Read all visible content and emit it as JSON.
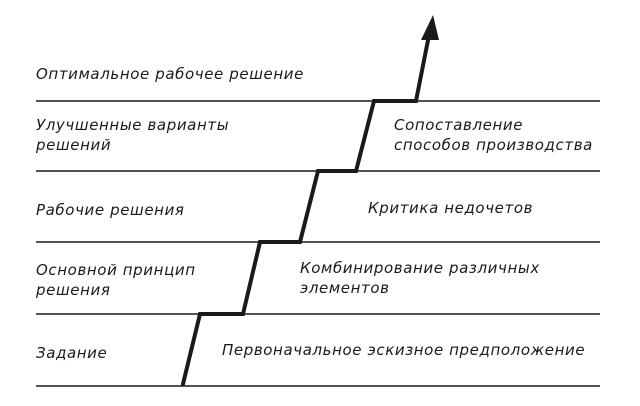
{
  "levels": [
    {
      "left": [
        "Оптимальное рабочее решение"
      ],
      "right": []
    },
    {
      "left": [
        "Улучшенные варианты",
        "решений"
      ],
      "right": [
        "Сопоставление",
        "способов производства"
      ]
    },
    {
      "left": [
        "Рабочие решения"
      ],
      "right": [
        "Критика недочетов"
      ]
    },
    {
      "left": [
        "Основной принцип",
        "решения"
      ],
      "right": [
        "Комбинирование различных",
        "элементов"
      ]
    },
    {
      "left": [
        "Задание"
      ],
      "right": [
        "Первоначальное эскизное предположение"
      ]
    }
  ],
  "colors": {
    "ink": "#1a1a1a",
    "background": "#ffffff"
  }
}
